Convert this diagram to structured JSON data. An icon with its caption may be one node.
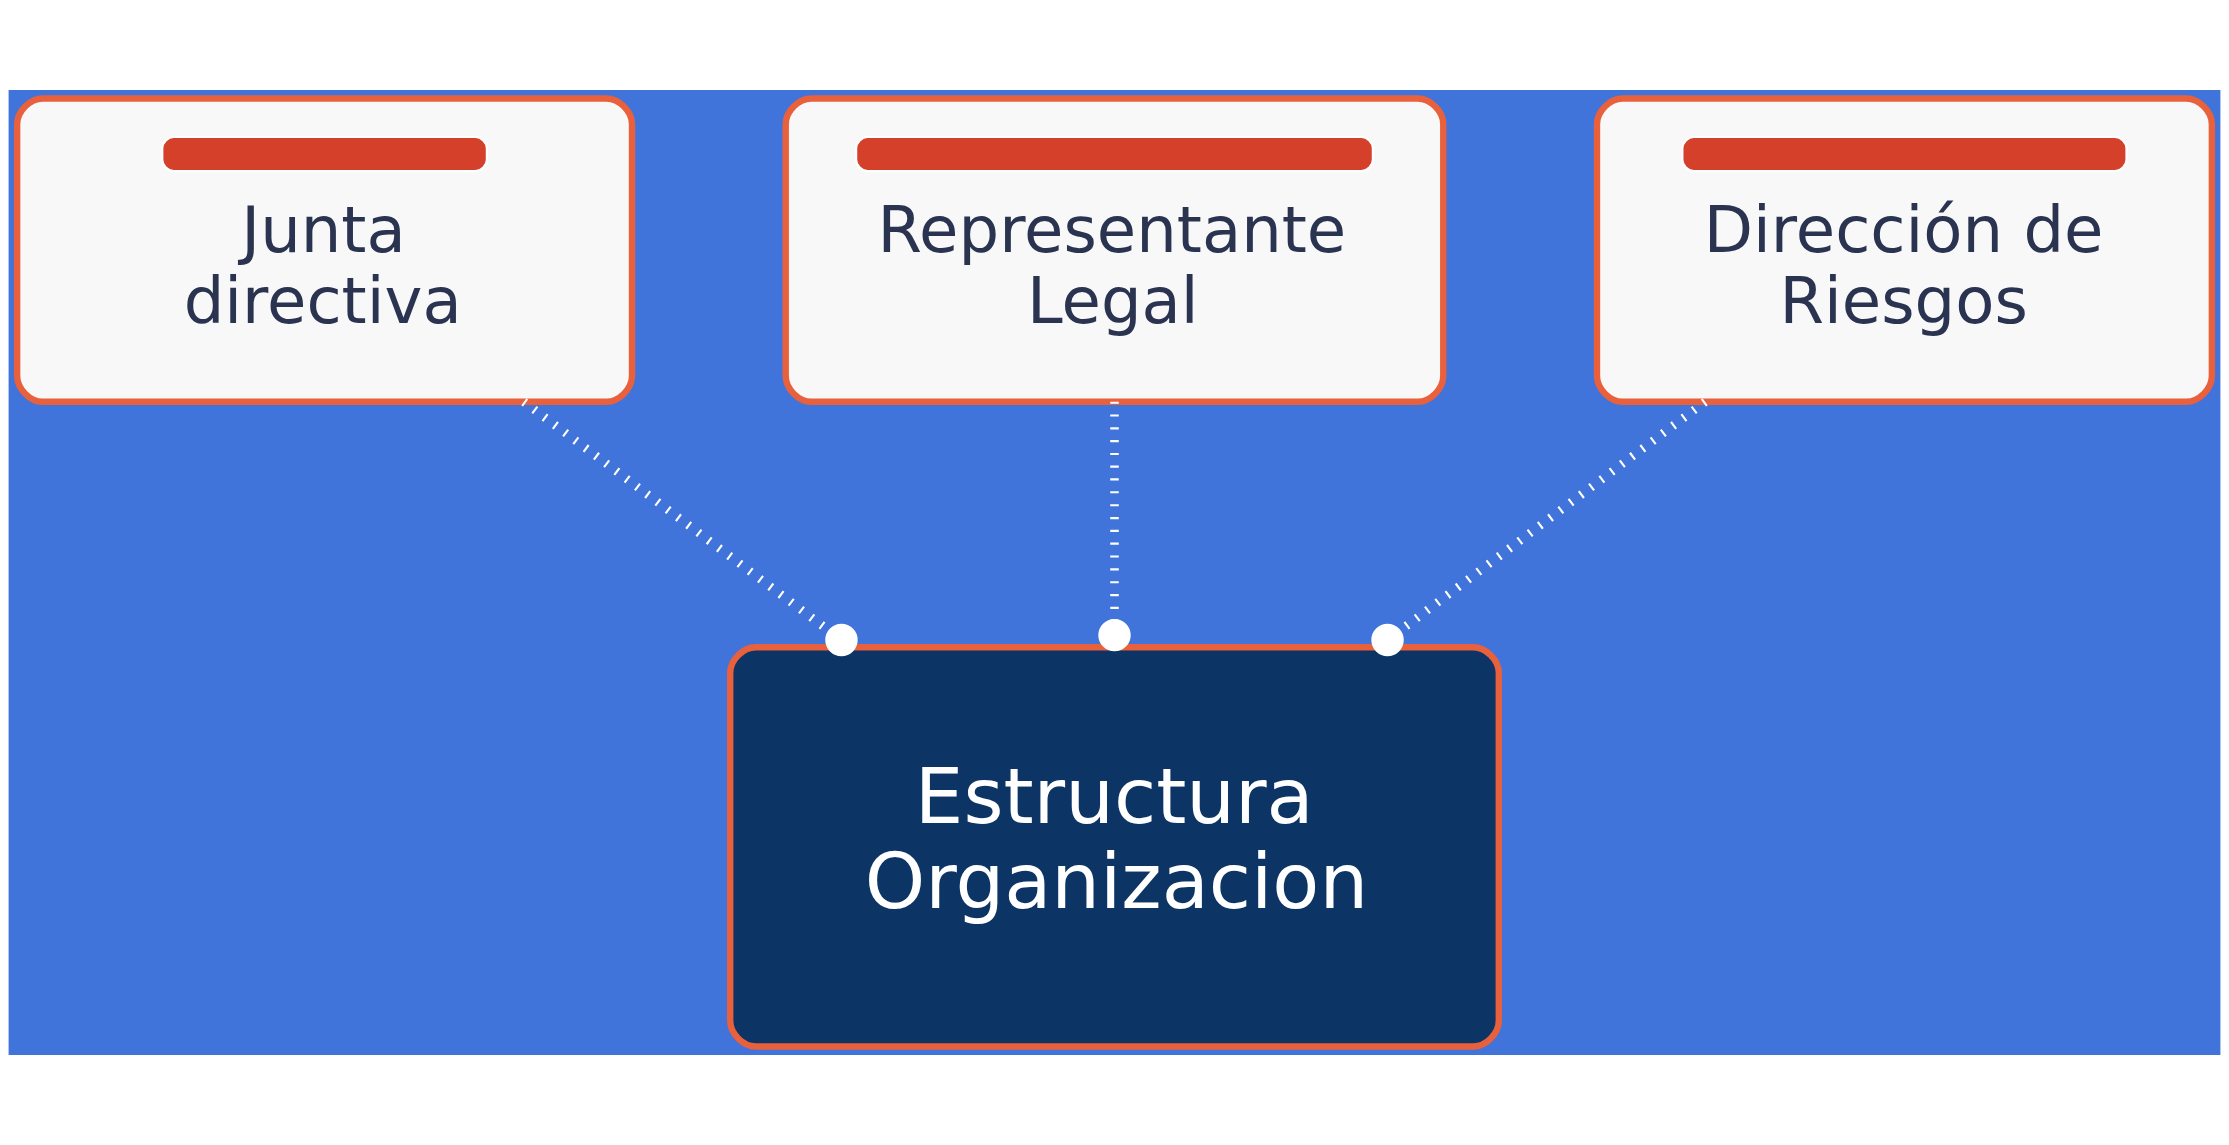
{
  "diagram": {
    "nodes": [
      {
        "text": [
          "Junta directiva"
        ]
      },
      {
        "text": [
          "Representante Legal"
        ]
      },
      {
        "text": [
          "Dirección de Riesgos"
        ]
      },
      {
        "text": [
          "Estructura Organizacion"
        ]
      }
    ],
    "edges": [
      {
        "from": 0,
        "to": 3,
        "arrow": "other",
        "style": "dashed"
      },
      {
        "from": 1,
        "to": 3,
        "arrow": "other",
        "style": "dashed"
      },
      {
        "from": 2,
        "to": 3,
        "arrow": "other",
        "style": "dashed"
      }
    ]
  }
}
